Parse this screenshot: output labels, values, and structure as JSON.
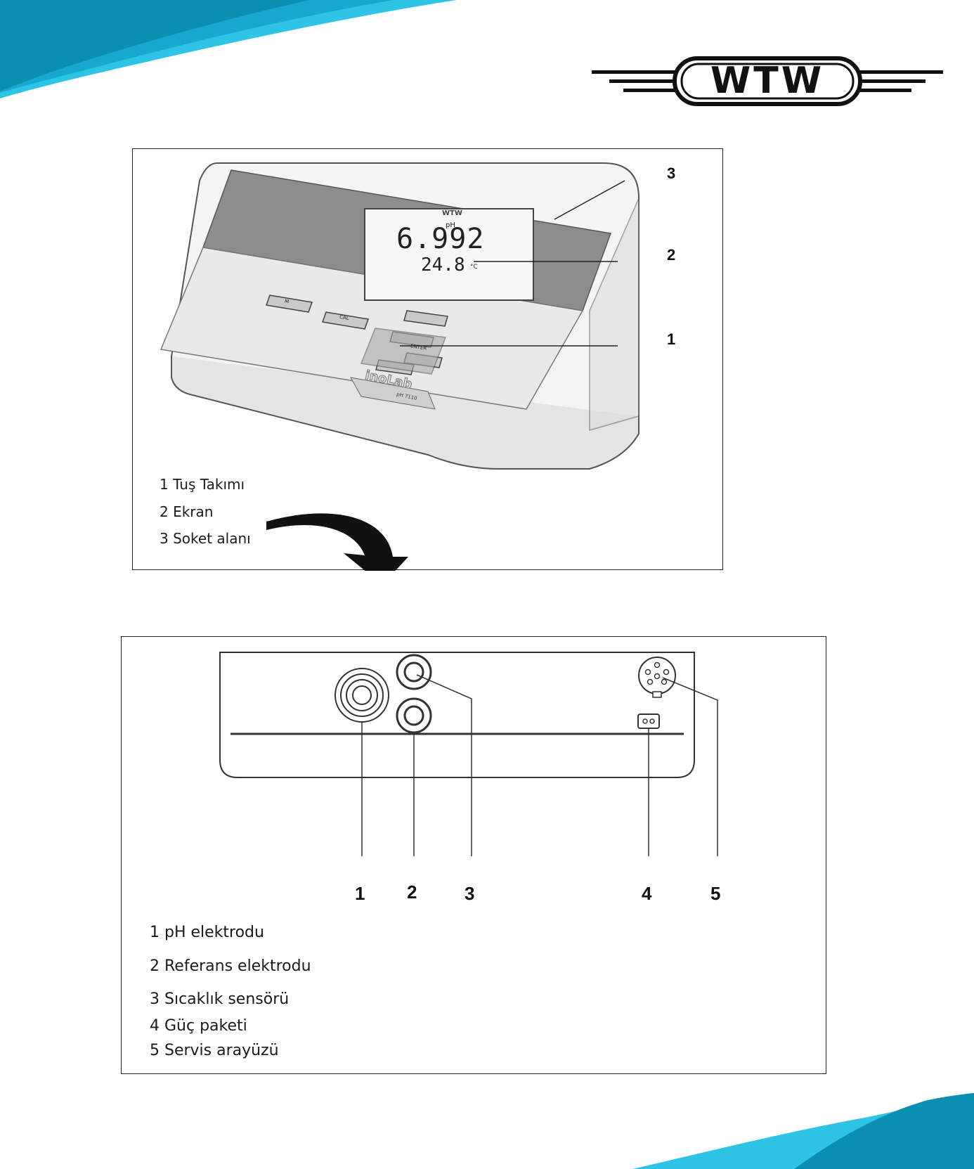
{
  "brand": {
    "logo_text": "WTW",
    "accent_dark": "#0b8fb0",
    "accent_light": "#28c3e6"
  },
  "top_figure": {
    "device": {
      "display_unit": "pH",
      "display_value": "6.992",
      "display_temp": "24.8",
      "display_temp_unit": "°C",
      "brand_on_display": "WTW",
      "key_m": "M",
      "key_cal": "CAL",
      "key_enter": "ENTER",
      "model_brand": "inoLab",
      "model_name": "pH 7110"
    },
    "callouts": [
      "1",
      "2",
      "3"
    ],
    "legend": [
      "1 Tuş Takımı",
      "2 Ekran",
      "3 Soket alanı"
    ]
  },
  "bottom_figure": {
    "callouts": [
      "1",
      "2",
      "3",
      "4",
      "5"
    ],
    "legend": [
      "1 pH elektrodu",
      "2 Referans elektrodu",
      "3 Sıcaklık sensörü",
      "4 Güç paketi",
      "5 Servis arayüzü"
    ]
  }
}
